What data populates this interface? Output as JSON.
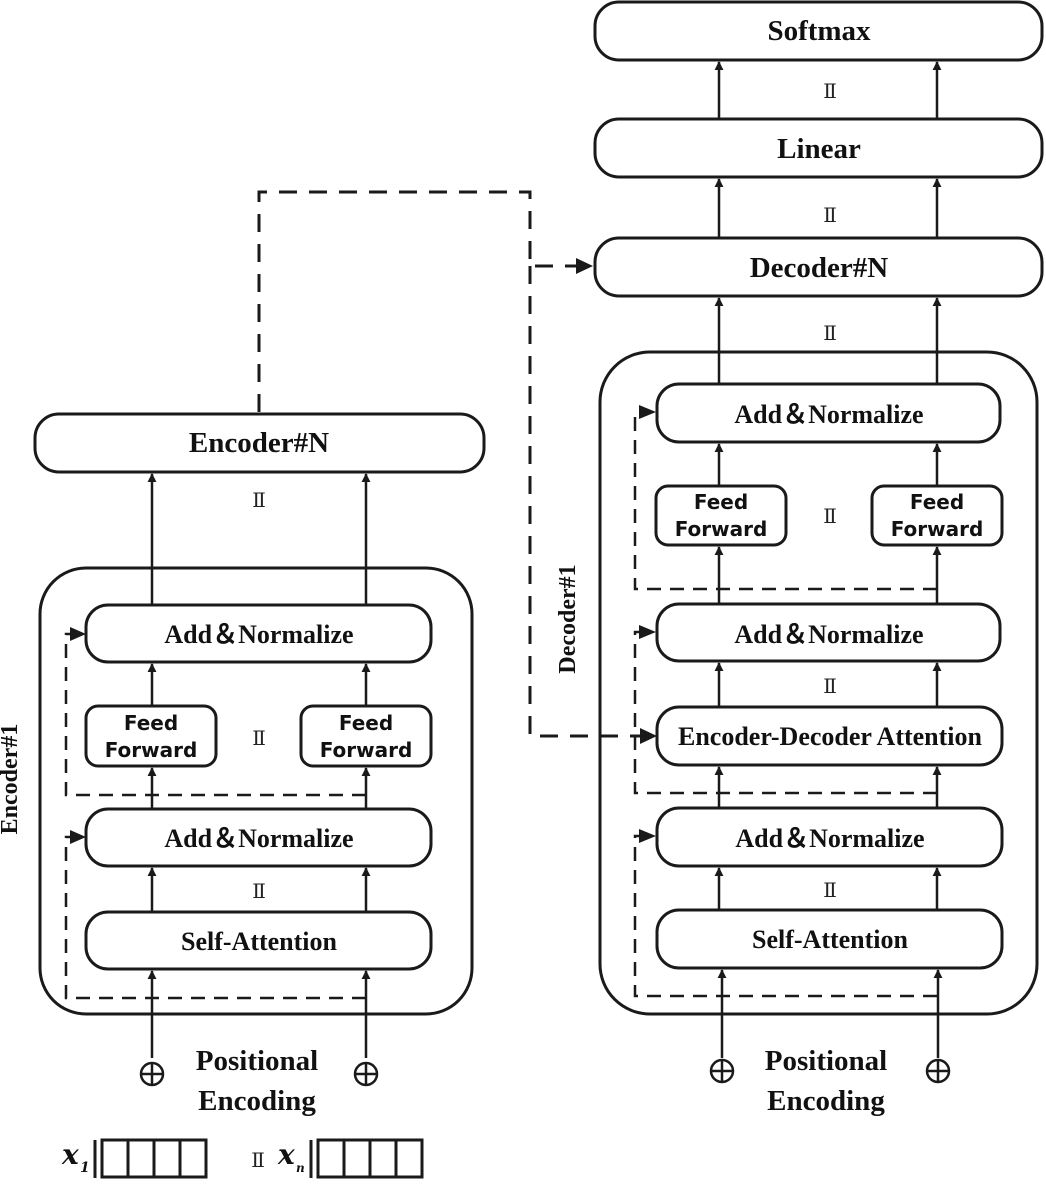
{
  "encoder": {
    "top_label": "Encoder#N",
    "stack_label": "Encoder#1",
    "add_norm_top": "Add＆Normalize",
    "ff_left_line1": "Feed",
    "ff_left_line2": "Forward",
    "ff_right_line1": "Feed",
    "ff_right_line2": "Forward",
    "add_norm_bottom": "Add＆Normalize",
    "self_attention": "Self-Attention",
    "positional_line1": "Positional",
    "positional_line2": "Encoding",
    "input_first": "x",
    "input_first_sub": "1",
    "input_last": "x",
    "input_last_sub": "n"
  },
  "decoder": {
    "softmax": "Softmax",
    "linear": "Linear",
    "top_label": "Decoder#N",
    "stack_label": "Decoder#1",
    "add_norm_top": "Add＆Normalize",
    "ff_left_line1": "Feed",
    "ff_left_line2": "Forward",
    "ff_right_line1": "Feed",
    "ff_right_line2": "Forward",
    "add_norm_mid": "Add＆Normalize",
    "enc_dec_attention": "Encoder-Decoder Attention",
    "add_norm_bottom": "Add＆Normalize",
    "self_attention": "Self-Attention",
    "positional_line1": "Positional",
    "positional_line2": "Encoding"
  },
  "symbols": {
    "parallel": "Ⅱ",
    "plus": "⊕"
  }
}
